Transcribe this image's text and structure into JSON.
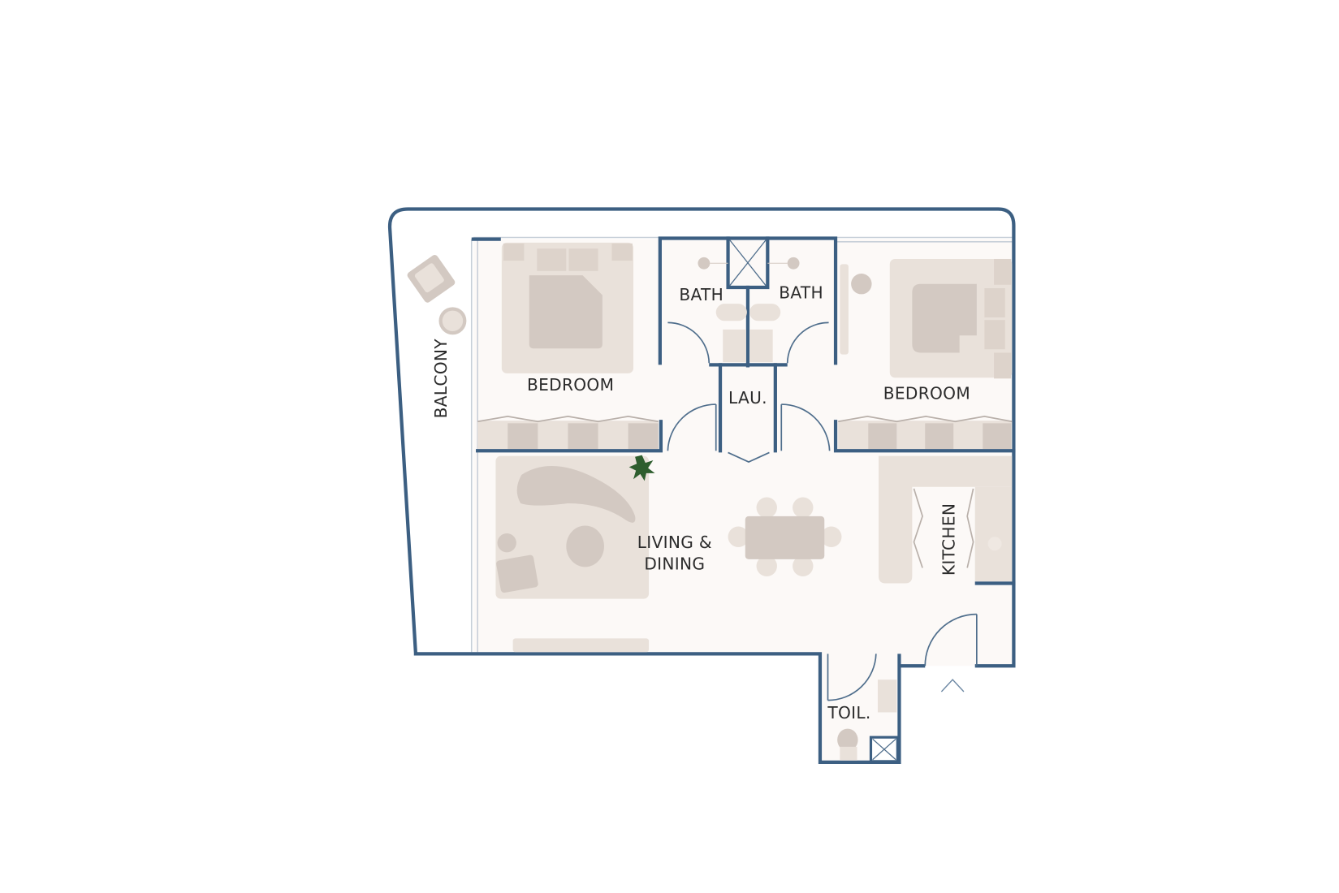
{
  "plan": {
    "type": "apartment floor plan",
    "colors": {
      "wall": "#3c5f82",
      "floor": "#fcf9f7",
      "furniture_light": "#e9e1da",
      "furniture_dark": "#d3c9c2",
      "plant": "#2e5e2e",
      "label": "#2b2b2b"
    },
    "rooms": [
      {
        "id": "balcony",
        "label": "BALCONY"
      },
      {
        "id": "bedroom_1",
        "label": "BEDROOM"
      },
      {
        "id": "bath_1",
        "label": "BATH"
      },
      {
        "id": "bath_2",
        "label": "BATH"
      },
      {
        "id": "laundry",
        "label": "LAU."
      },
      {
        "id": "bedroom_2",
        "label": "BEDROOM"
      },
      {
        "id": "living_dining",
        "label_line1": "LIVING &",
        "label_line2": "DINING"
      },
      {
        "id": "kitchen",
        "label": "KITCHEN"
      },
      {
        "id": "toilet",
        "label": "TOIL."
      }
    ],
    "entrance_marker": "entrance-arrow-icon"
  }
}
